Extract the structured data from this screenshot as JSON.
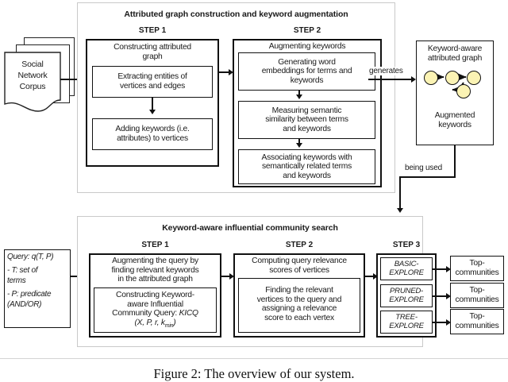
{
  "figure": {
    "caption": "Figure 2: The overview of our system."
  },
  "source": {
    "name": "Social Network Corpus",
    "line1": "Social",
    "line2": "Network",
    "line3": "Corpus"
  },
  "top_panel": {
    "title": "Attributed graph construction and keyword augmentation",
    "step1": {
      "label": "STEP 1",
      "heading_line1": "Constructing attributed",
      "heading_line2": "graph",
      "sub_boxes": [
        {
          "line1": "Extracting entities of",
          "line2": "vertices and edges"
        },
        {
          "line1": "Adding keywords (i.e.",
          "line2": "attributes) to vertices"
        }
      ]
    },
    "step2": {
      "label": "STEP 2",
      "heading": "Augmenting keywords",
      "sub_boxes": [
        {
          "line1": "Generating word",
          "line2": "embeddings for terms and",
          "line3": "keywords"
        },
        {
          "line1": "Measuring semantic",
          "line2": "similarity between terms",
          "line3": "and keywords"
        },
        {
          "line1": "Associating keywords with",
          "line2": "semantically related terms",
          "line3": "and keywords"
        }
      ]
    }
  },
  "graph_box": {
    "title_line1": "Keyword-aware",
    "title_line2": "attributed graph",
    "footer_line1": "Augmented",
    "footer_line2": "keywords",
    "node_color": "#fbf3b4",
    "node_count": 4
  },
  "edges": {
    "generates": "generates",
    "being_used": "being used"
  },
  "query_box": {
    "title": "Query: q(T, P)",
    "bullet1_line1": "- T: set of",
    "bullet1_line2": "terms",
    "bullet2_line1": "- P: predicate",
    "bullet2_line2": "(AND/OR)"
  },
  "bottom_panel": {
    "title": "Keyword-aware influential community search",
    "step1": {
      "label": "STEP 1",
      "heading_line1": "Augmenting the query by",
      "heading_line2": "finding relevant keywords",
      "heading_line3": "in the attributed graph",
      "sub_box": {
        "line1": "Constructing Keyword-",
        "line2": "aware Influential",
        "line3_prefix": "Community Query: ",
        "line3_italic": "KICQ",
        "line4": "(X, P, r, k",
        "line4_sub": "min",
        "line4_suffix": ")"
      }
    },
    "step2": {
      "label": "STEP 2",
      "heading_line1": "Computing query relevance",
      "heading_line2": "scores of vertices",
      "sub_box": {
        "line1": "Finding the relevant",
        "line2": "vertices to the query and",
        "line3": "assigning a relevance",
        "line4": "score to each vertex"
      }
    },
    "step3": {
      "label": "STEP 3",
      "algorithms": [
        {
          "line1": "BASIC-",
          "line2": "EXPLORE"
        },
        {
          "line1": "PRUNED-",
          "line2": "EXPLORE"
        },
        {
          "line1": "TREE-",
          "line2": "EXPLORE"
        }
      ]
    }
  },
  "outputs": [
    {
      "line1": "Top-",
      "line2": "communities"
    },
    {
      "line1": "Top-",
      "line2": "communities"
    },
    {
      "line1": "Top-",
      "line2": "communities"
    }
  ]
}
